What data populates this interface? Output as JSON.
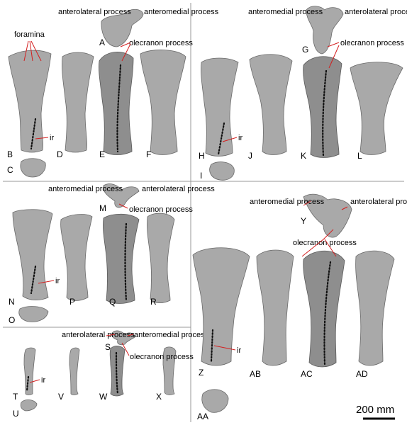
{
  "labels": {
    "anterolateral": "anterolateral process",
    "anteromedial": "anteromedial process",
    "olecranon": "olecranon process",
    "foramina": "foramina",
    "ir": "ir"
  },
  "letters": [
    "A",
    "B",
    "C",
    "D",
    "E",
    "F",
    "G",
    "H",
    "I",
    "J",
    "K",
    "L",
    "M",
    "N",
    "O",
    "P",
    "Q",
    "R",
    "S",
    "T",
    "U",
    "V",
    "W",
    "X",
    "Y",
    "Z",
    "AA",
    "AB",
    "AC",
    "AD"
  ],
  "scale": {
    "text": "200 mm"
  },
  "colors": {
    "pointer": "#d42020",
    "bone": "#a9a9a9",
    "divider": "#999999"
  }
}
